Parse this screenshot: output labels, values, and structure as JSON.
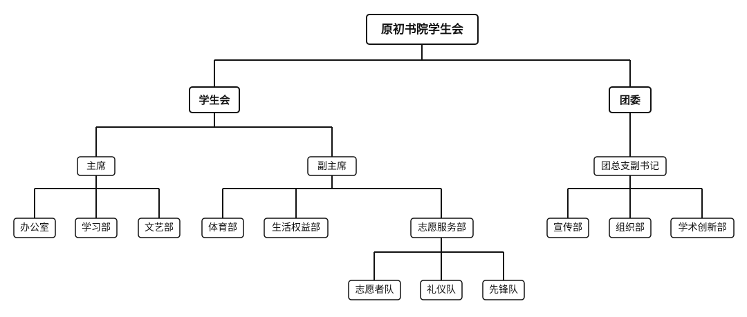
{
  "org_chart": {
    "root": {
      "id": "root",
      "label": "原初书院学生会"
    },
    "nodes": [
      {
        "id": "xsh",
        "label": "学生会",
        "parent": "root"
      },
      {
        "id": "tw",
        "label": "团委",
        "parent": "root"
      },
      {
        "id": "zx",
        "label": "主席",
        "parent": "xsh"
      },
      {
        "id": "fzx",
        "label": "副主席",
        "parent": "xsh"
      },
      {
        "id": "tzfsj",
        "label": "团总支副书记",
        "parent": "tw"
      },
      {
        "id": "bgs",
        "label": "办公室",
        "parent": "zx"
      },
      {
        "id": "xxb",
        "label": "学习部",
        "parent": "zx"
      },
      {
        "id": "wyb",
        "label": "文艺部",
        "parent": "zx"
      },
      {
        "id": "tyb",
        "label": "体育部",
        "parent": "fzx"
      },
      {
        "id": "shqyb",
        "label": "生活权益部",
        "parent": "fzx"
      },
      {
        "id": "zyfwb",
        "label": "志愿服务部",
        "parent": "fzx"
      },
      {
        "id": "xcb",
        "label": "宣传部",
        "parent": "tzfsj"
      },
      {
        "id": "zzb",
        "label": "组织部",
        "parent": "tzfsj"
      },
      {
        "id": "xscxb",
        "label": "学术创新部",
        "parent": "tzfsj"
      },
      {
        "id": "zyzd",
        "label": "志愿者队",
        "parent": "zyfwb"
      },
      {
        "id": "lyd",
        "label": "礼仪队",
        "parent": "zyfwb"
      },
      {
        "id": "xfd",
        "label": "先锋队",
        "parent": "zyfwb"
      }
    ]
  }
}
